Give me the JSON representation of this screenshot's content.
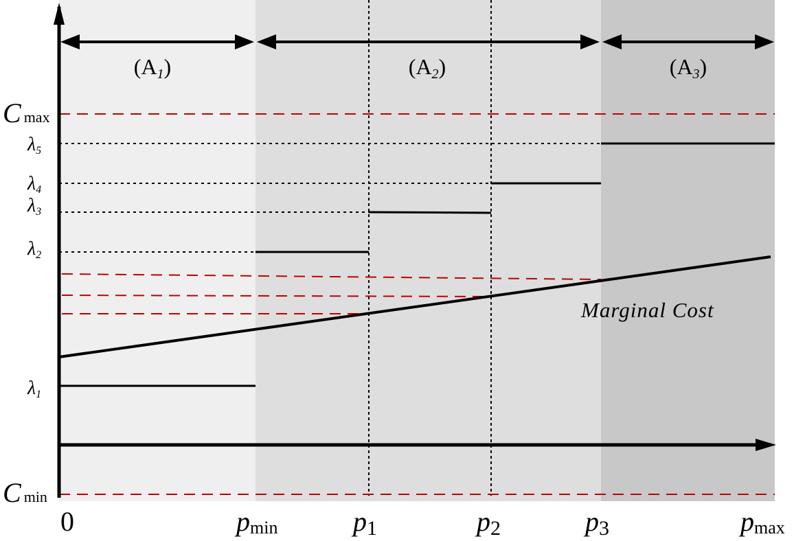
{
  "regions": [
    {
      "label": "(A",
      "sub": "1",
      "close": ")"
    },
    {
      "label": "(A",
      "sub": "2",
      "close": ")"
    },
    {
      "label": "(A",
      "sub": "3",
      "close": ")"
    }
  ],
  "y_labels": {
    "cmax": {
      "main": "C",
      "sub": "max"
    },
    "cmin": {
      "main": "C",
      "sub": "min"
    },
    "lambdas": [
      {
        "main": "λ",
        "sub": "1"
      },
      {
        "main": "λ",
        "sub": "2"
      },
      {
        "main": "λ",
        "sub": "3"
      },
      {
        "main": "λ",
        "sub": "4"
      },
      {
        "main": "λ",
        "sub": "5"
      }
    ]
  },
  "x_labels": [
    {
      "main": "0",
      "sub": ""
    },
    {
      "main": "p",
      "sub": "min"
    },
    {
      "main": "p",
      "sub": "1"
    },
    {
      "main": "p",
      "sub": "2"
    },
    {
      "main": "p",
      "sub": "3"
    },
    {
      "main": "p",
      "sub": "max"
    }
  ],
  "curve_label": "Marginal Cost",
  "colors": {
    "region1": "#efefef",
    "region2": "#dedede",
    "region3": "#c8c8c8",
    "dashed_red": "#c00000",
    "line": "#000000"
  }
}
